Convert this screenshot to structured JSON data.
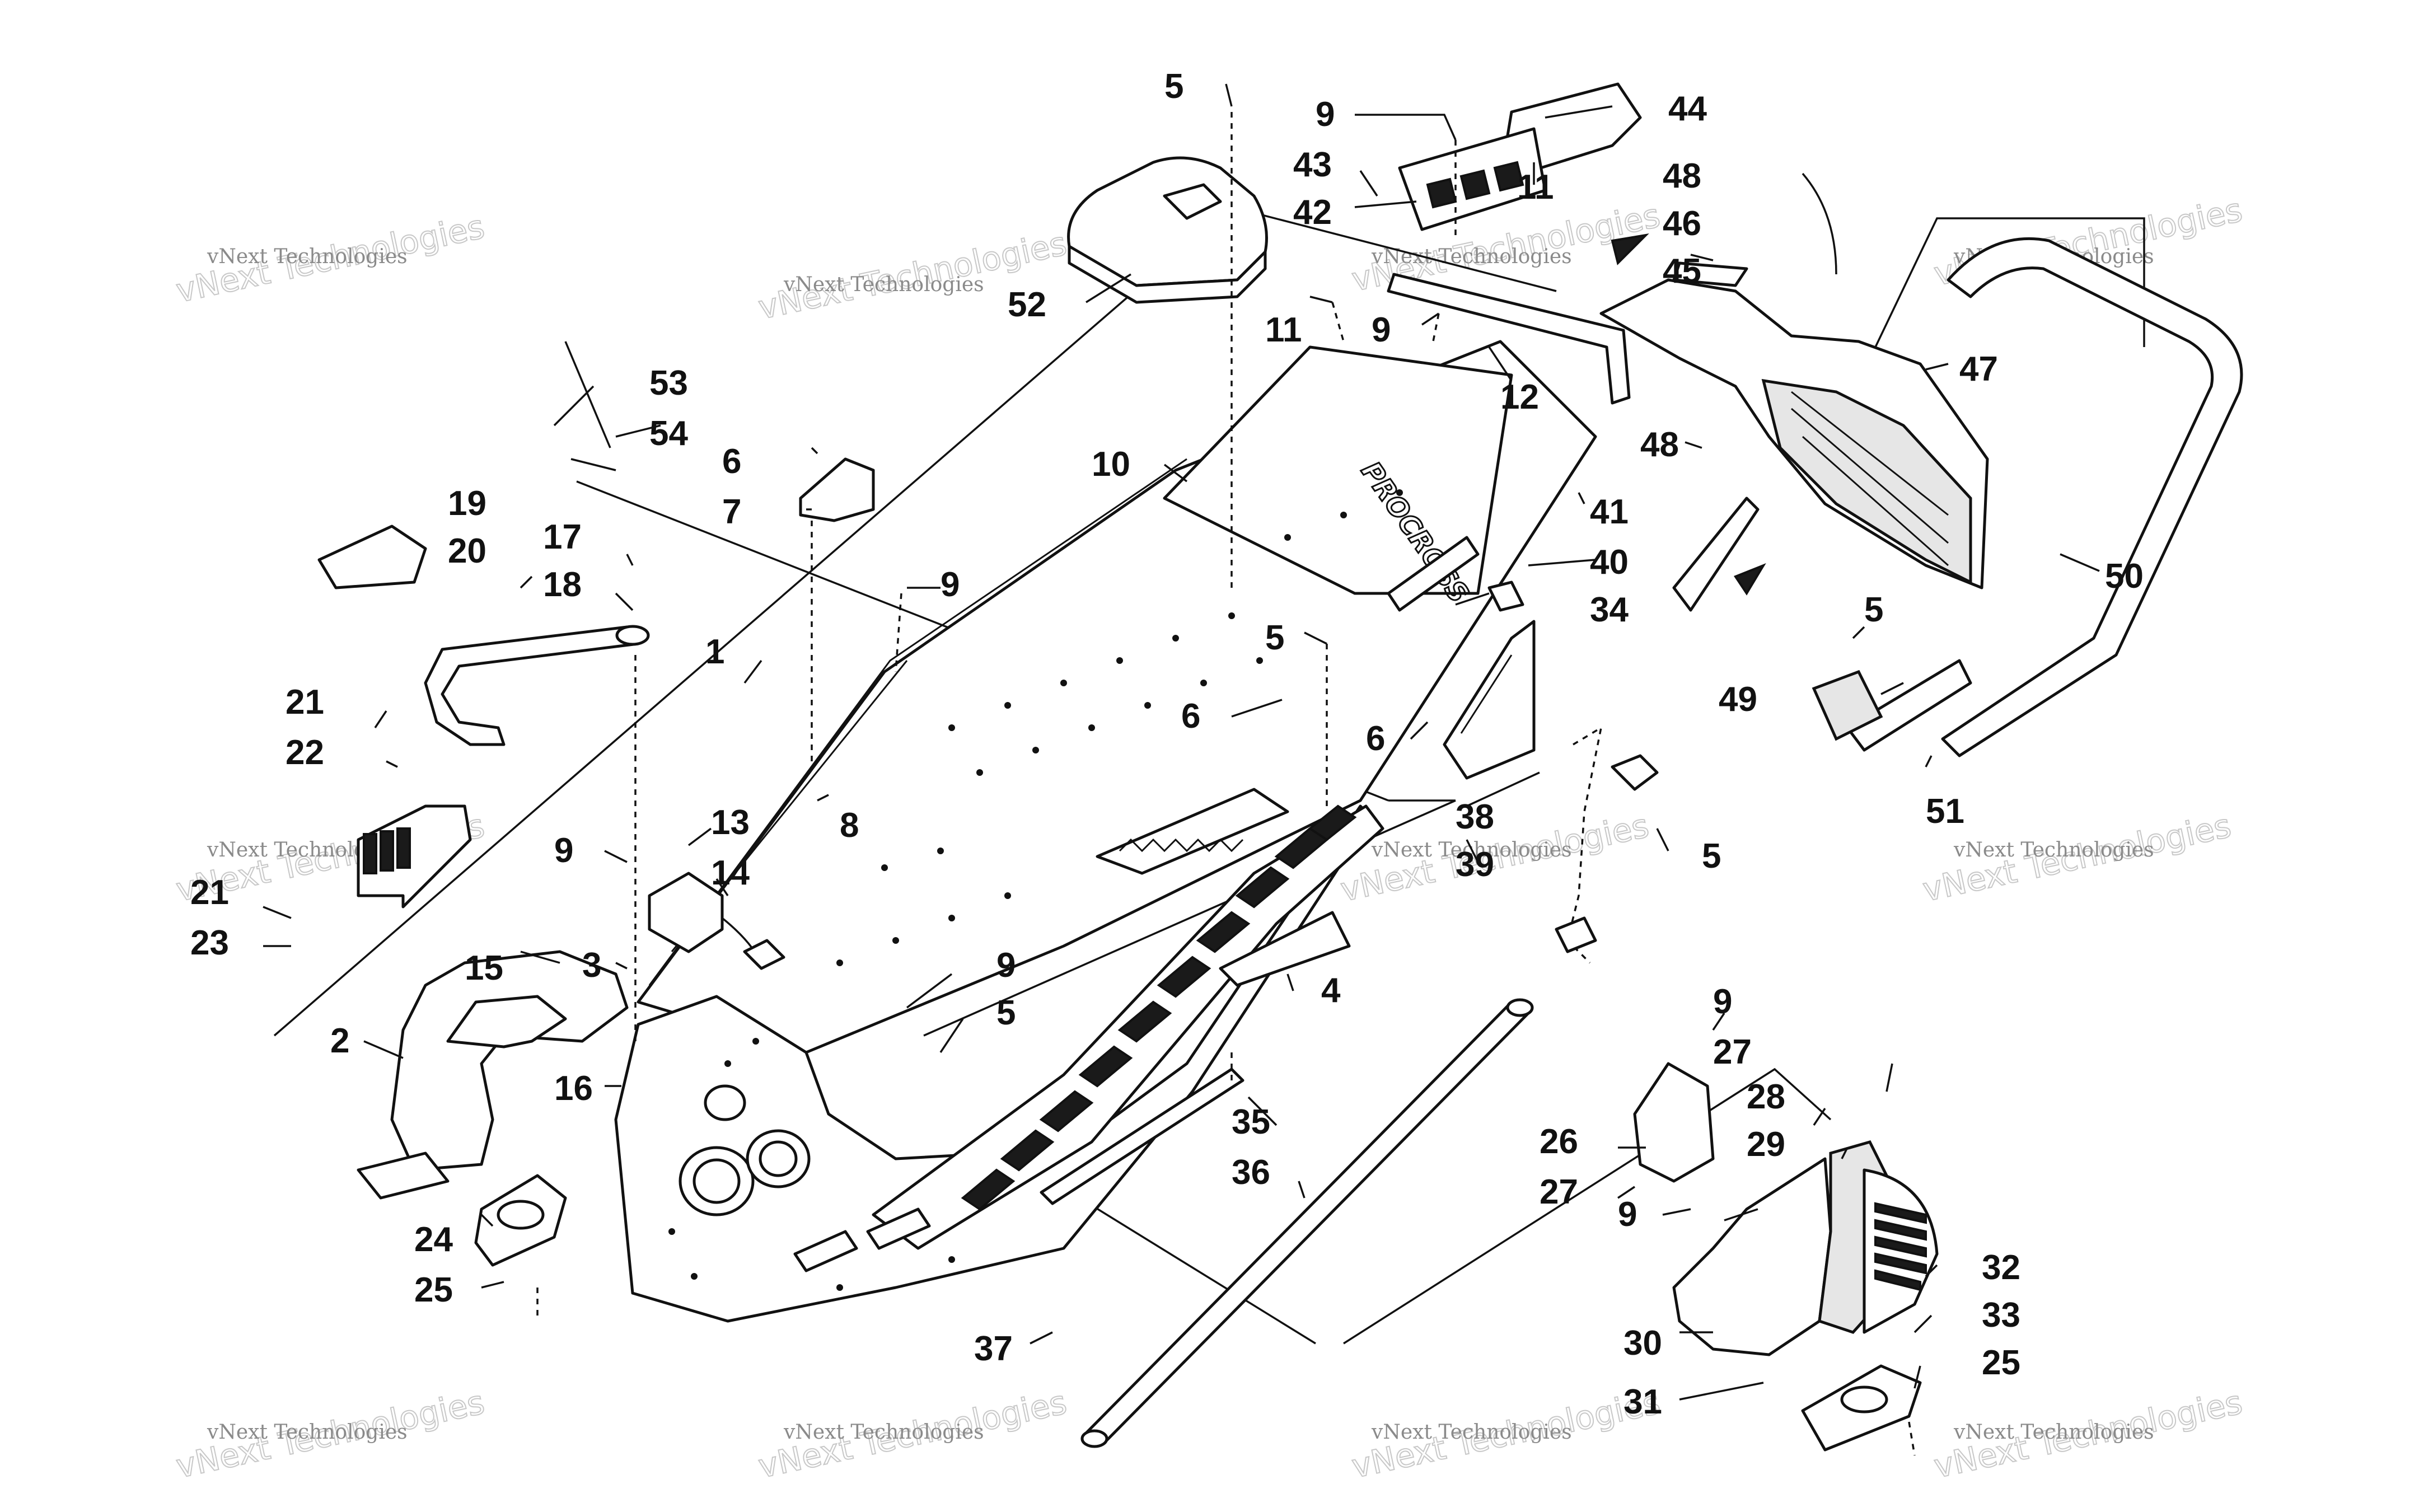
{
  "diagram": {
    "callouts": [
      {
        "id": "c5a",
        "text": "5"
      },
      {
        "id": "c9a",
        "text": "9"
      },
      {
        "id": "c44",
        "text": "44"
      },
      {
        "id": "c43",
        "text": "43"
      },
      {
        "id": "c11a",
        "text": "11"
      },
      {
        "id": "c42",
        "text": "42"
      },
      {
        "id": "c48a",
        "text": "48"
      },
      {
        "id": "c46",
        "text": "46"
      },
      {
        "id": "c45",
        "text": "45"
      },
      {
        "id": "c52",
        "text": "52"
      },
      {
        "id": "c11b",
        "text": "11"
      },
      {
        "id": "c9b",
        "text": "9"
      },
      {
        "id": "c12",
        "text": "12"
      },
      {
        "id": "c47",
        "text": "47"
      },
      {
        "id": "c48b",
        "text": "48"
      },
      {
        "id": "c53",
        "text": "53"
      },
      {
        "id": "c54",
        "text": "54"
      },
      {
        "id": "c6a",
        "text": "6"
      },
      {
        "id": "c7",
        "text": "7"
      },
      {
        "id": "c10",
        "text": "10"
      },
      {
        "id": "c41",
        "text": "41"
      },
      {
        "id": "c19",
        "text": "19"
      },
      {
        "id": "c20",
        "text": "20"
      },
      {
        "id": "c17",
        "text": "17"
      },
      {
        "id": "c18",
        "text": "18"
      },
      {
        "id": "c9c",
        "text": "9"
      },
      {
        "id": "c40",
        "text": "40"
      },
      {
        "id": "c50",
        "text": "50"
      },
      {
        "id": "c34",
        "text": "34"
      },
      {
        "id": "c5b",
        "text": "5"
      },
      {
        "id": "c1",
        "text": "1"
      },
      {
        "id": "c5c",
        "text": "5"
      },
      {
        "id": "c49",
        "text": "49"
      },
      {
        "id": "c21a",
        "text": "21"
      },
      {
        "id": "c6b",
        "text": "6"
      },
      {
        "id": "c22",
        "text": "22"
      },
      {
        "id": "c6c",
        "text": "6"
      },
      {
        "id": "c51",
        "text": "51"
      },
      {
        "id": "c13",
        "text": "13"
      },
      {
        "id": "c8",
        "text": "8"
      },
      {
        "id": "c38",
        "text": "38"
      },
      {
        "id": "c9d",
        "text": "9"
      },
      {
        "id": "c39",
        "text": "39"
      },
      {
        "id": "c14",
        "text": "14"
      },
      {
        "id": "c5d",
        "text": "5"
      },
      {
        "id": "c21b",
        "text": "21"
      },
      {
        "id": "c23",
        "text": "23"
      },
      {
        "id": "c15",
        "text": "15"
      },
      {
        "id": "c3",
        "text": "3"
      },
      {
        "id": "c9e",
        "text": "9"
      },
      {
        "id": "c4",
        "text": "4"
      },
      {
        "id": "c2",
        "text": "2"
      },
      {
        "id": "c5e",
        "text": "5"
      },
      {
        "id": "c9f",
        "text": "9"
      },
      {
        "id": "c27a",
        "text": "27"
      },
      {
        "id": "c16",
        "text": "16"
      },
      {
        "id": "c28",
        "text": "28"
      },
      {
        "id": "c35",
        "text": "35"
      },
      {
        "id": "c26",
        "text": "26"
      },
      {
        "id": "c29",
        "text": "29"
      },
      {
        "id": "c36",
        "text": "36"
      },
      {
        "id": "c27b",
        "text": "27"
      },
      {
        "id": "c9g",
        "text": "9"
      },
      {
        "id": "c24",
        "text": "24"
      },
      {
        "id": "c25a",
        "text": "25"
      },
      {
        "id": "c32",
        "text": "32"
      },
      {
        "id": "c30",
        "text": "30"
      },
      {
        "id": "c33",
        "text": "33"
      },
      {
        "id": "c37",
        "text": "37"
      },
      {
        "id": "c31",
        "text": "31"
      },
      {
        "id": "c25b",
        "text": "25"
      }
    ],
    "watermarks": {
      "large": "vNext Technologies",
      "small": "vNext Technologies"
    },
    "decal_text": "PROCROSS"
  }
}
